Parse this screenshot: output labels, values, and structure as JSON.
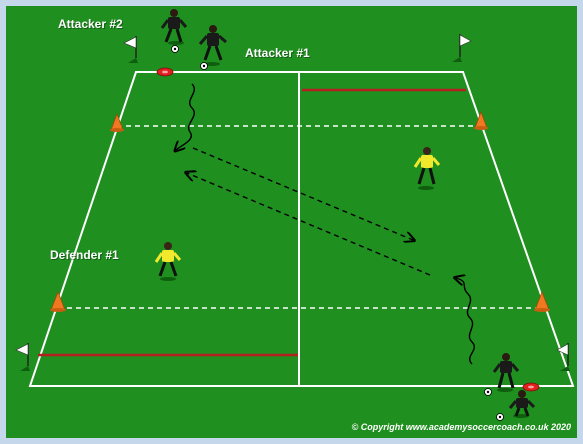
{
  "labels": {
    "attacker_2": "Attacker #2",
    "attacker_1": "Attacker #1",
    "defender_1": "Defender #1"
  },
  "copyright": "© Copyright www.academysoccercoach.co.uk 2020",
  "colors": {
    "pitch": "#1f8f1f",
    "frame": "#c5d7ea",
    "lines": "#ffffff",
    "end_line_red": "#b32020",
    "cone": "#f07820",
    "disc": "#e0201e",
    "attacker_kit": "#1a1a1a",
    "defender_kit": "#f2e82c"
  },
  "icons": {
    "flag": "corner-flag-icon",
    "cone": "cone-icon",
    "disc": "marker-disc-icon",
    "ball": "soccer-ball-icon"
  }
}
